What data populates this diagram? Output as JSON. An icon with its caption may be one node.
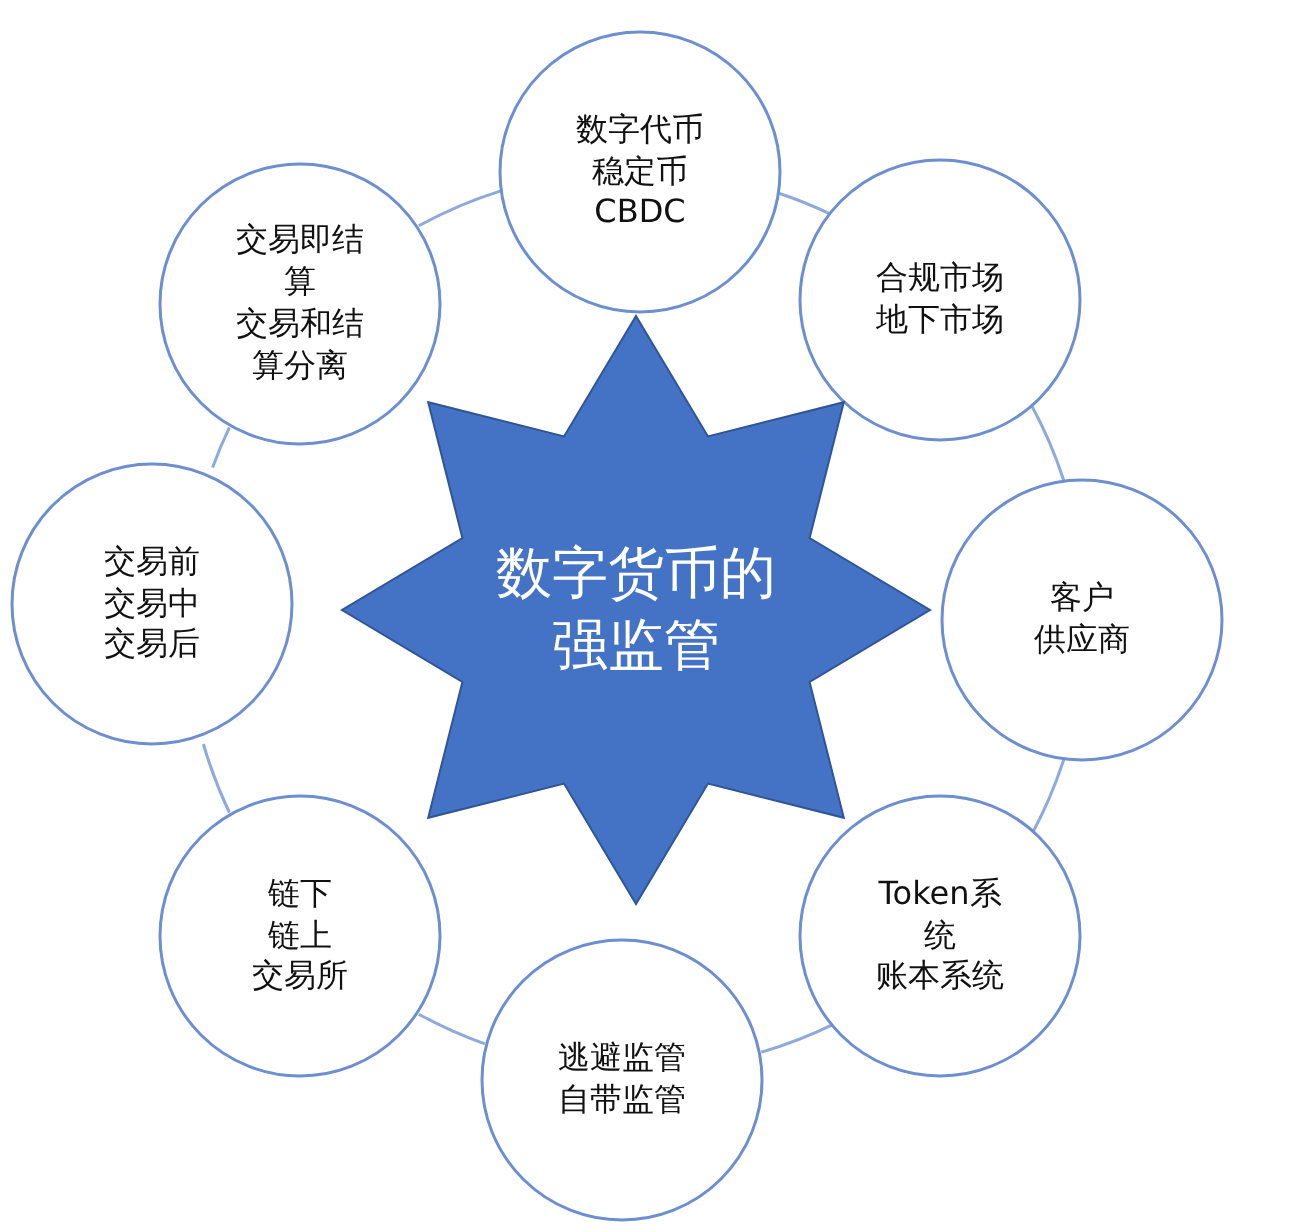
{
  "diagram": {
    "nodes": [
      {
        "text": [
          "数字货币的强监管"
        ]
      },
      {
        "text": [
          "数字代币",
          "稳定币",
          "CBDC"
        ]
      },
      {
        "text": [
          "合规市场",
          "地下市场"
        ]
      },
      {
        "text": [
          "客户",
          "供应商"
        ]
      },
      {
        "text": [
          "Token系统",
          "账本系统"
        ]
      },
      {
        "text": [
          "逃避监管",
          "自带监管"
        ]
      },
      {
        "text": [
          "链下",
          "链上",
          "交易所"
        ]
      },
      {
        "text": [
          "交易前",
          "交易中",
          "交易后"
        ]
      },
      {
        "text": [
          "交易即结算",
          "交易和结算分离"
        ]
      }
    ],
    "edges": [
      {
        "from": 1,
        "to": 2,
        "arrow": "none"
      },
      {
        "from": 2,
        "to": 3,
        "arrow": "none"
      },
      {
        "from": 3,
        "to": 4,
        "arrow": "none"
      },
      {
        "from": 4,
        "to": 5,
        "arrow": "none"
      },
      {
        "from": 5,
        "to": 6,
        "arrow": "none"
      },
      {
        "from": 6,
        "to": 7,
        "arrow": "none"
      },
      {
        "from": 7,
        "to": 8,
        "arrow": "none"
      },
      {
        "from": 8,
        "to": 1,
        "arrow": "none"
      }
    ]
  }
}
